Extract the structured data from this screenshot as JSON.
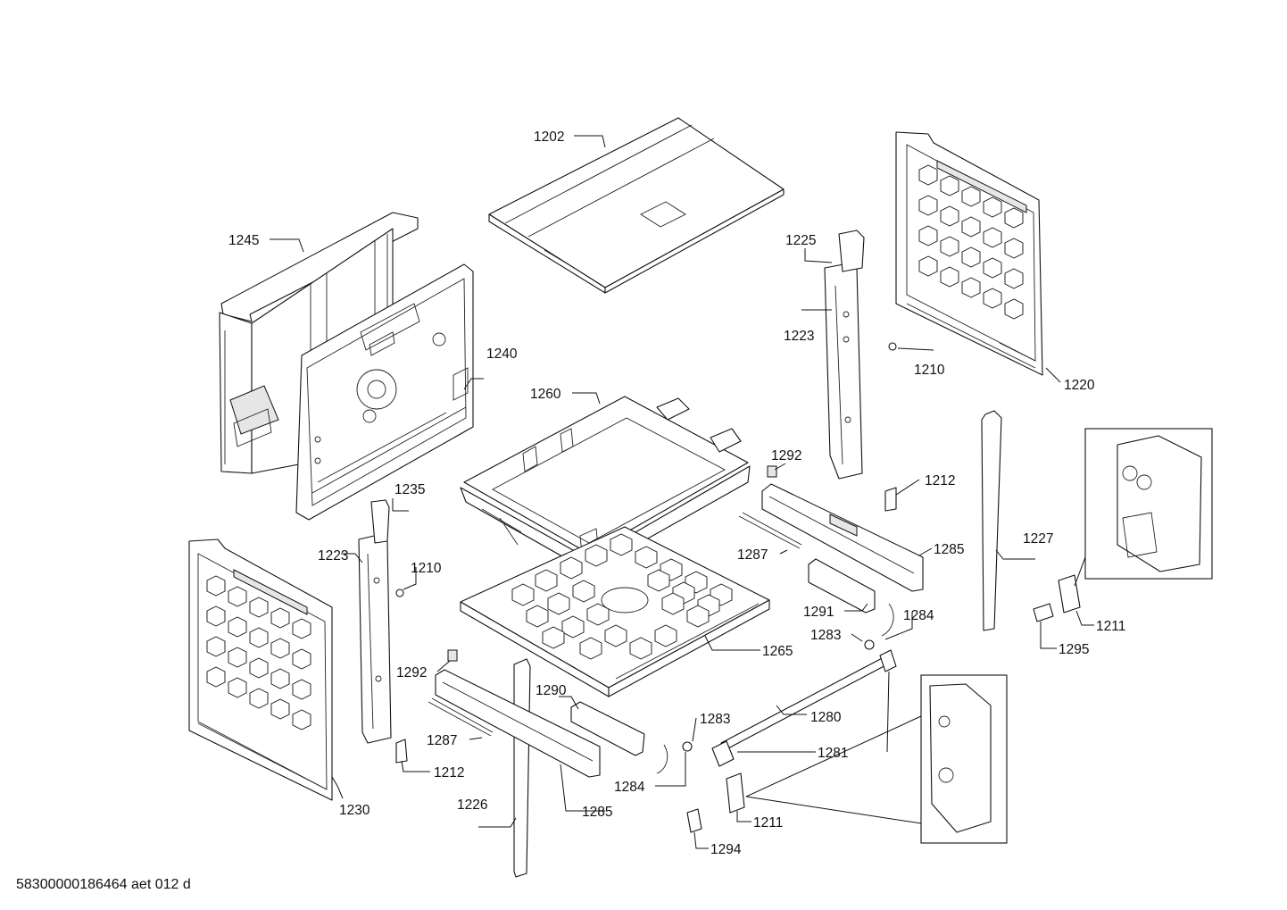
{
  "document_id": "58300000186464 aet 012 d",
  "callouts": [
    {
      "id": "c1202",
      "text": "1202"
    },
    {
      "id": "c1245",
      "text": "1245"
    },
    {
      "id": "c1240",
      "text": "1240"
    },
    {
      "id": "c1260",
      "text": "1260"
    },
    {
      "id": "c1225",
      "text": "1225"
    },
    {
      "id": "c1223a",
      "text": "1223"
    },
    {
      "id": "c1210a",
      "text": "1210"
    },
    {
      "id": "c1220",
      "text": "1220"
    },
    {
      "id": "c1292a",
      "text": "1292"
    },
    {
      "id": "c1212a",
      "text": "1212"
    },
    {
      "id": "c1235",
      "text": "1235"
    },
    {
      "id": "c1223b",
      "text": "1223"
    },
    {
      "id": "c1210b",
      "text": "1210"
    },
    {
      "id": "c1287a",
      "text": "1287"
    },
    {
      "id": "c1285a",
      "text": "1285"
    },
    {
      "id": "c1227",
      "text": "1227"
    },
    {
      "id": "c1291",
      "text": "1291"
    },
    {
      "id": "c1284a",
      "text": "1284"
    },
    {
      "id": "c1283a",
      "text": "1283"
    },
    {
      "id": "c1211a",
      "text": "1211"
    },
    {
      "id": "c1295",
      "text": "1295"
    },
    {
      "id": "c1265",
      "text": "1265"
    },
    {
      "id": "c1292b",
      "text": "1292"
    },
    {
      "id": "c1290",
      "text": "1290"
    },
    {
      "id": "c1283b",
      "text": "1283"
    },
    {
      "id": "c1280",
      "text": "1280"
    },
    {
      "id": "c1287b",
      "text": "1287"
    },
    {
      "id": "c1281",
      "text": "1281"
    },
    {
      "id": "c1212b",
      "text": "1212"
    },
    {
      "id": "c1284b",
      "text": "1284"
    },
    {
      "id": "c1230",
      "text": "1230"
    },
    {
      "id": "c1226",
      "text": "1226"
    },
    {
      "id": "c1285b",
      "text": "1285"
    },
    {
      "id": "c1211b",
      "text": "1211"
    },
    {
      "id": "c1294",
      "text": "1294"
    }
  ]
}
